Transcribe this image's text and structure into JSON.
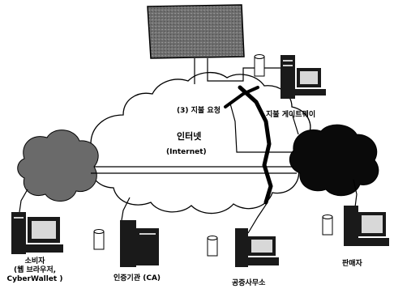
{
  "labels": {
    "payment_request": "(3) 지불 요청",
    "payment_gateway": "지불 게이트웨이",
    "internet": "인터넷",
    "internet_en": "(Internet)",
    "consumer_line1": "소비자",
    "consumer_line2": "(웹 브라우저,",
    "consumer_line3": "CyberWallet )",
    "ca": "인증기관 (CA)",
    "notary": "공증사무소",
    "seller": "판매자"
  },
  "colors": {
    "ink": "#000000",
    "cloud_fill": "#ffffff",
    "bank_fill": "#6e6e6e",
    "consumer_net_fill": "#6a6a6a",
    "seller_net_fill": "#0a0a0a",
    "device_fill": "#1a1a1a",
    "screen_fill": "#d8d8d8"
  }
}
